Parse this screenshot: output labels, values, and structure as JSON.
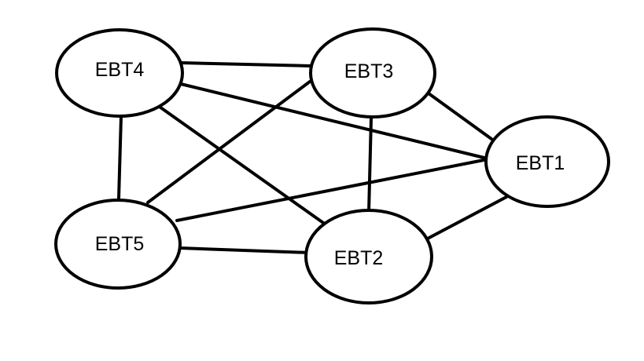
{
  "nodes": [
    {
      "id": "ebt4",
      "label": "EBT4"
    },
    {
      "id": "ebt3",
      "label": "EBT3"
    },
    {
      "id": "ebt1",
      "label": "EBT1"
    },
    {
      "id": "ebt5",
      "label": "EBT5"
    },
    {
      "id": "ebt2",
      "label": "EBT2"
    }
  ],
  "edges": [
    {
      "from": "ebt4",
      "to": "ebt3"
    },
    {
      "from": "ebt4",
      "to": "ebt1"
    },
    {
      "from": "ebt4",
      "to": "ebt5"
    },
    {
      "from": "ebt4",
      "to": "ebt2"
    },
    {
      "from": "ebt3",
      "to": "ebt5"
    },
    {
      "from": "ebt3",
      "to": "ebt2"
    },
    {
      "from": "ebt3",
      "to": "ebt1"
    },
    {
      "from": "ebt5",
      "to": "ebt1"
    },
    {
      "from": "ebt5",
      "to": "ebt2"
    },
    {
      "from": "ebt2",
      "to": "ebt1"
    }
  ],
  "colors": {
    "stroke": "#000000",
    "fill": "#ffffff",
    "text": "#000000"
  }
}
